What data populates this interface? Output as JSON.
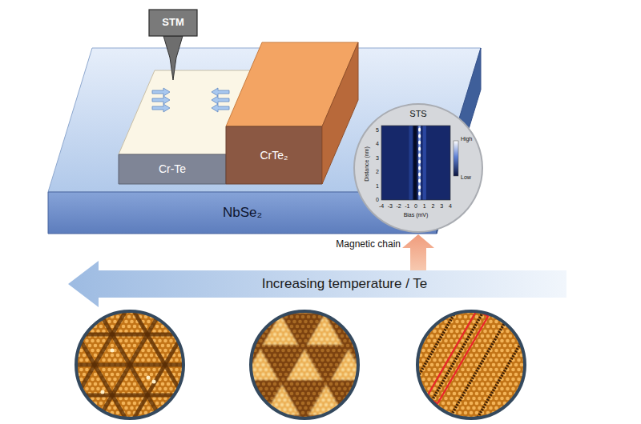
{
  "diagram": {
    "nodes": [
      {
        "text": [
          "STM"
        ]
      },
      {
        "text": [
          "NbSe₂"
        ]
      },
      {
        "text": [
          "Cr-Te"
        ],
        "in": 1
      },
      {
        "text": [
          "CrTe₂"
        ],
        "in": 1
      },
      {
        "text": [
          "STS"
        ]
      },
      {
        "text": [
          "Increasing temperature / Te"
        ]
      }
    ],
    "labels": [
      "High",
      "Low",
      "Distance (nm)",
      "5",
      "4",
      "3",
      "2",
      "1",
      "0",
      "-4",
      "-3",
      "-2",
      "-1",
      "0",
      "1",
      "2",
      "3",
      "4",
      "Bias (mV)",
      "Magnetic chain"
    ]
  }
}
